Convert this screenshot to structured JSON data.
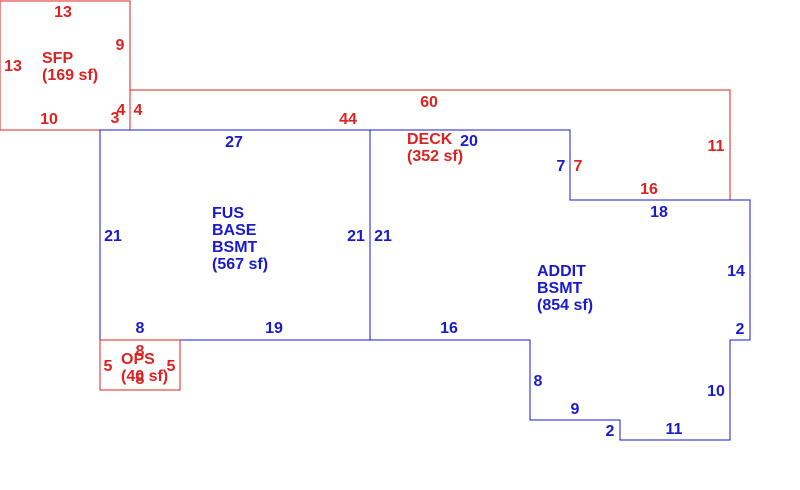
{
  "colors": {
    "red": "#dd2222",
    "blue": "#1a1acc"
  },
  "areas": {
    "sfp": {
      "lines": [
        "SFP",
        "(169 sf)"
      ]
    },
    "deck": {
      "lines": [
        "DECK",
        "(352 sf)"
      ]
    },
    "fus": {
      "lines": [
        "FUS",
        "BASE",
        "BSMT",
        "(567 sf)"
      ]
    },
    "addit": {
      "lines": [
        "ADDIT",
        "BSMT",
        "(854 sf)"
      ]
    },
    "ops": {
      "lines": [
        "OPS",
        "(40 sf)"
      ]
    }
  },
  "dimensions": {
    "sfp_top": "13",
    "sfp_left": "13",
    "sfp_right": "9",
    "sfp_bottom": "10",
    "sfp_bottom_right": "3",
    "deck_left_a": "4",
    "deck_left_b": "4",
    "deck_top": "60",
    "deck_bottom_left": "44",
    "deck_right": "11",
    "deck_step_bottom": "16",
    "deck_step_left": "7",
    "fus_top": "27",
    "fus_left": "21",
    "fus_right": "21",
    "fus_bottom_left": "8",
    "fus_bottom_right": "19",
    "addit_top_left": "20",
    "addit_left_step": "7",
    "addit_top_right": "18",
    "addit_left": "21",
    "addit_right_upper": "14",
    "addit_right_step": "2",
    "addit_bottom_left": "16",
    "addit_notch_left": "8",
    "addit_notch_bottom": "9",
    "addit_notch_step": "2",
    "addit_bottom_right": "11",
    "addit_right_lower": "10",
    "ops_top": "8",
    "ops_left": "5",
    "ops_right": "5",
    "ops_bottom": "8"
  }
}
